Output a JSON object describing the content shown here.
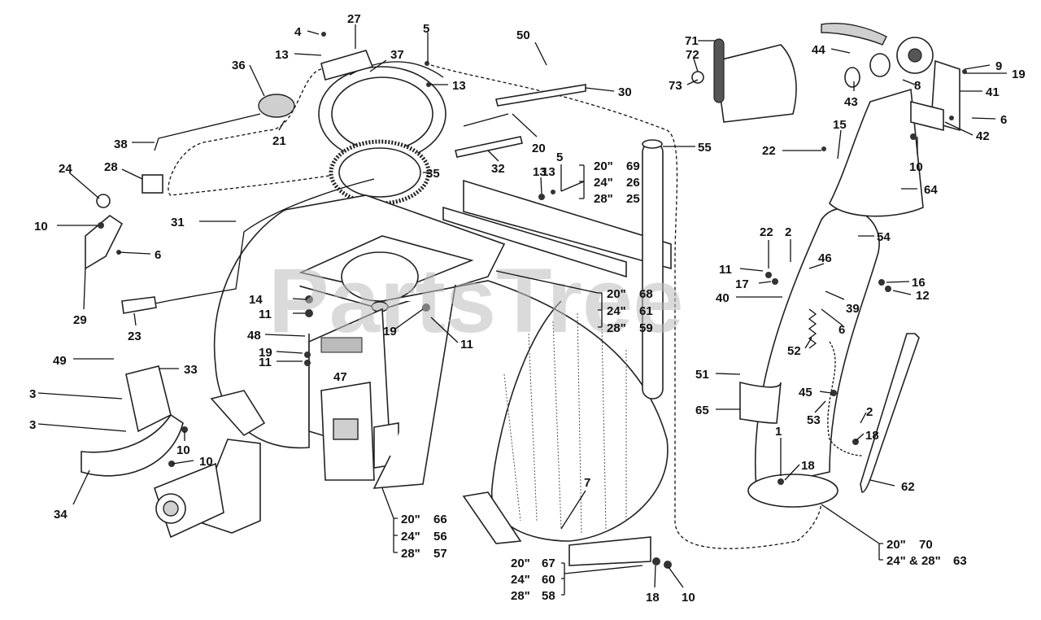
{
  "watermark": "PartsTree",
  "labels": [
    {
      "id": "c1",
      "text": "4"
    },
    {
      "id": "c2",
      "text": "27"
    },
    {
      "id": "c3",
      "text": "13"
    },
    {
      "id": "c4",
      "text": "5"
    },
    {
      "id": "c5",
      "text": "50"
    },
    {
      "id": "c6",
      "text": "71"
    },
    {
      "id": "c7",
      "text": "72"
    },
    {
      "id": "c8",
      "text": "73"
    },
    {
      "id": "c9",
      "text": "44"
    },
    {
      "id": "c10",
      "text": "9"
    },
    {
      "id": "c11",
      "text": "19"
    },
    {
      "id": "c12",
      "text": "36"
    },
    {
      "id": "c13",
      "text": "37"
    },
    {
      "id": "c14",
      "text": "13"
    },
    {
      "id": "c15",
      "text": "30"
    },
    {
      "id": "c16",
      "text": "8"
    },
    {
      "id": "c17",
      "text": "43"
    },
    {
      "id": "c18",
      "text": "41"
    },
    {
      "id": "c19",
      "text": "6"
    },
    {
      "id": "c20",
      "text": "38"
    },
    {
      "id": "c21",
      "text": "21"
    },
    {
      "id": "c22",
      "text": "20"
    },
    {
      "id": "c23",
      "text": "55"
    },
    {
      "id": "c24",
      "text": "15"
    },
    {
      "id": "c25",
      "text": "42"
    },
    {
      "id": "c26",
      "text": "28"
    },
    {
      "id": "c27",
      "text": "24"
    },
    {
      "id": "c28",
      "text": "32"
    },
    {
      "id": "c29",
      "text": "5"
    },
    {
      "id": "c30",
      "text": "22"
    },
    {
      "id": "c31",
      "text": "13"
    },
    {
      "id": "c32",
      "text": "10"
    },
    {
      "id": "c33",
      "text": "35"
    },
    {
      "id": "c34",
      "text": "13"
    },
    {
      "id": "c35",
      "text": "64"
    },
    {
      "id": "c36",
      "text": "10"
    },
    {
      "id": "c37",
      "text": "31"
    },
    {
      "id": "c38",
      "text": "6"
    },
    {
      "id": "c39",
      "text": "22"
    },
    {
      "id": "c40",
      "text": "2"
    },
    {
      "id": "c41",
      "text": "54"
    },
    {
      "id": "c42",
      "text": "46"
    },
    {
      "id": "c43",
      "text": "11"
    },
    {
      "id": "c44",
      "text": "17"
    },
    {
      "id": "c45",
      "text": "16"
    },
    {
      "id": "c46",
      "text": "12"
    },
    {
      "id": "c47",
      "text": "29"
    },
    {
      "id": "c48",
      "text": "14"
    },
    {
      "id": "c49",
      "text": "40"
    },
    {
      "id": "c50",
      "text": "39"
    },
    {
      "id": "c51",
      "text": "11"
    },
    {
      "id": "c52",
      "text": "23"
    },
    {
      "id": "c53",
      "text": "19"
    },
    {
      "id": "c54",
      "text": "11"
    },
    {
      "id": "c55",
      "text": "6"
    },
    {
      "id": "c56",
      "text": "48"
    },
    {
      "id": "c57",
      "text": "52"
    },
    {
      "id": "c58",
      "text": "19"
    },
    {
      "id": "c59",
      "text": "49"
    },
    {
      "id": "c60",
      "text": "33"
    },
    {
      "id": "c61",
      "text": "11"
    },
    {
      "id": "c62",
      "text": "47"
    },
    {
      "id": "c63",
      "text": "51"
    },
    {
      "id": "c64",
      "text": "45"
    },
    {
      "id": "c65",
      "text": "3"
    },
    {
      "id": "c66",
      "text": "65"
    },
    {
      "id": "c67",
      "text": "53"
    },
    {
      "id": "c68",
      "text": "3"
    },
    {
      "id": "c69",
      "text": "2"
    },
    {
      "id": "c70",
      "text": "10"
    },
    {
      "id": "c71",
      "text": "18"
    },
    {
      "id": "c72",
      "text": "1"
    },
    {
      "id": "c73",
      "text": "10"
    },
    {
      "id": "c74",
      "text": "18"
    },
    {
      "id": "c75",
      "text": "7"
    },
    {
      "id": "c76",
      "text": "62"
    },
    {
      "id": "c77",
      "text": "34"
    },
    {
      "id": "c78",
      "text": "18"
    },
    {
      "id": "c79",
      "text": "10"
    }
  ],
  "size_groups": [
    {
      "id": "g1",
      "rows": [
        {
          "size": "20\"",
          "part": "69"
        },
        {
          "size": "24\"",
          "part": "26"
        },
        {
          "size": "28\"",
          "part": "25"
        }
      ]
    },
    {
      "id": "g2",
      "rows": [
        {
          "size": "20\"",
          "part": "68"
        },
        {
          "size": "24\"",
          "part": "61"
        },
        {
          "size": "28\"",
          "part": "59"
        }
      ]
    },
    {
      "id": "g3",
      "rows": [
        {
          "size": "20\"",
          "part": "66"
        },
        {
          "size": "24\"",
          "part": "56"
        },
        {
          "size": "28\"",
          "part": "57"
        }
      ]
    },
    {
      "id": "g4",
      "rows": [
        {
          "size": "20\"",
          "part": "67"
        },
        {
          "size": "24\"",
          "part": "60"
        },
        {
          "size": "28\"",
          "part": "58"
        }
      ]
    },
    {
      "id": "g5",
      "rows": [
        {
          "size": "20\"",
          "part": "70"
        },
        {
          "size": "24\" & 28\"",
          "part": "63"
        }
      ]
    }
  ]
}
